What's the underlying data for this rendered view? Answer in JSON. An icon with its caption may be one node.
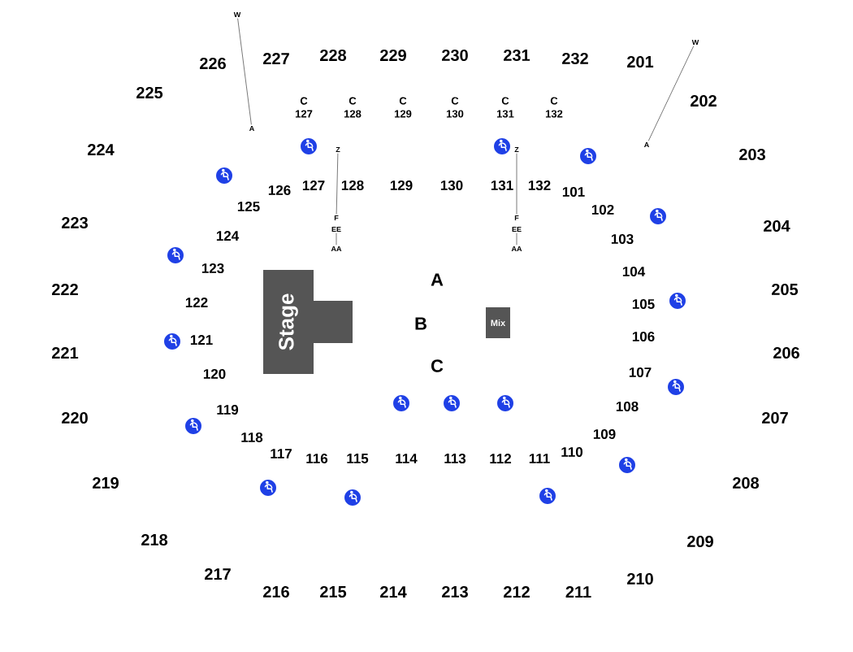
{
  "diagram": {
    "nodes": [
      {
        "text": [
          "Stage"
        ]
      },
      {
        "text": [
          "Mix"
        ]
      },
      {
        "text": [
          "W"
        ]
      },
      {
        "text": [
          "A"
        ]
      },
      {
        "text": [
          "W"
        ]
      },
      {
        "text": [
          "A"
        ]
      },
      {
        "text": [
          "Z"
        ]
      },
      {
        "text": [
          "F"
        ]
      },
      {
        "text": [
          "EE"
        ]
      },
      {
        "text": [
          "AA"
        ]
      },
      {
        "text": [
          "Z"
        ]
      },
      {
        "text": [
          "F"
        ]
      },
      {
        "text": [
          "EE"
        ]
      },
      {
        "text": [
          "AA"
        ]
      }
    ],
    "edges": [
      {
        "from": 2,
        "to": 3,
        "arrow": "none"
      },
      {
        "from": 4,
        "to": 5,
        "arrow": "none"
      },
      {
        "from": 6,
        "to": 7,
        "arrow": "none"
      },
      {
        "from": 8,
        "to": 9,
        "arrow": "none"
      },
      {
        "from": 10,
        "to": 11,
        "arrow": "none"
      },
      {
        "from": 12,
        "to": 13,
        "arrow": "none"
      }
    ],
    "labels": [
      "226",
      "227",
      "228",
      "229",
      "230",
      "231",
      "232",
      "201",
      "225",
      "202",
      "C 127",
      "C 128",
      "C 129",
      "C 130",
      "C 131",
      "C 132",
      "224",
      "203",
      "126",
      "127",
      "128",
      "129",
      "130",
      "131",
      "132",
      "101",
      "125",
      "102",
      "124",
      "103",
      "223",
      "204",
      "123",
      "104",
      "A",
      "222",
      "205",
      "122",
      "105",
      "B",
      "121",
      "106",
      "221",
      "206",
      "C",
      "120",
      "107",
      "119",
      "108",
      "220",
      "207",
      "118",
      "109",
      "117",
      "116",
      "115",
      "114",
      "113",
      "112",
      "111",
      "110",
      "219",
      "208",
      "218",
      "209",
      "217",
      "210",
      "216",
      "215",
      "214",
      "213",
      "212",
      "211"
    ]
  }
}
